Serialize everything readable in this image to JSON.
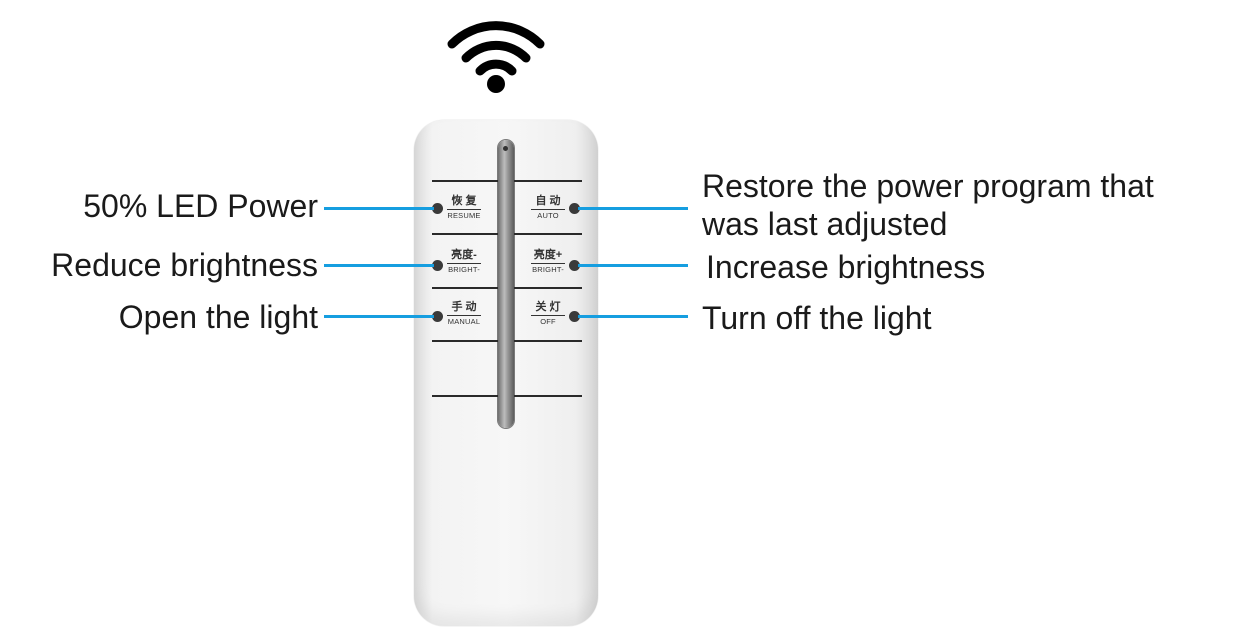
{
  "remote": {
    "buttons": [
      {
        "cn": "恢 复",
        "en": "RESUME"
      },
      {
        "cn": "自 动",
        "en": "AUTO"
      },
      {
        "cn": "亮度-",
        "en": "BRIGHT-"
      },
      {
        "cn": "亮度+",
        "en": "BRIGHT-"
      },
      {
        "cn": "手 动",
        "en": "MANUAL"
      },
      {
        "cn": "关 灯",
        "en": "OFF"
      }
    ]
  },
  "callouts": {
    "left": [
      "50% LED Power",
      "Reduce brightness",
      "Open the light"
    ],
    "right": [
      "Restore the power program that",
      "was last adjusted",
      "Increase brightness",
      "Turn off the light"
    ]
  },
  "colors": {
    "callout_line": "#169ee0",
    "text": "#1a1a1a"
  },
  "icons": [
    "wifi-signal-icon"
  ]
}
